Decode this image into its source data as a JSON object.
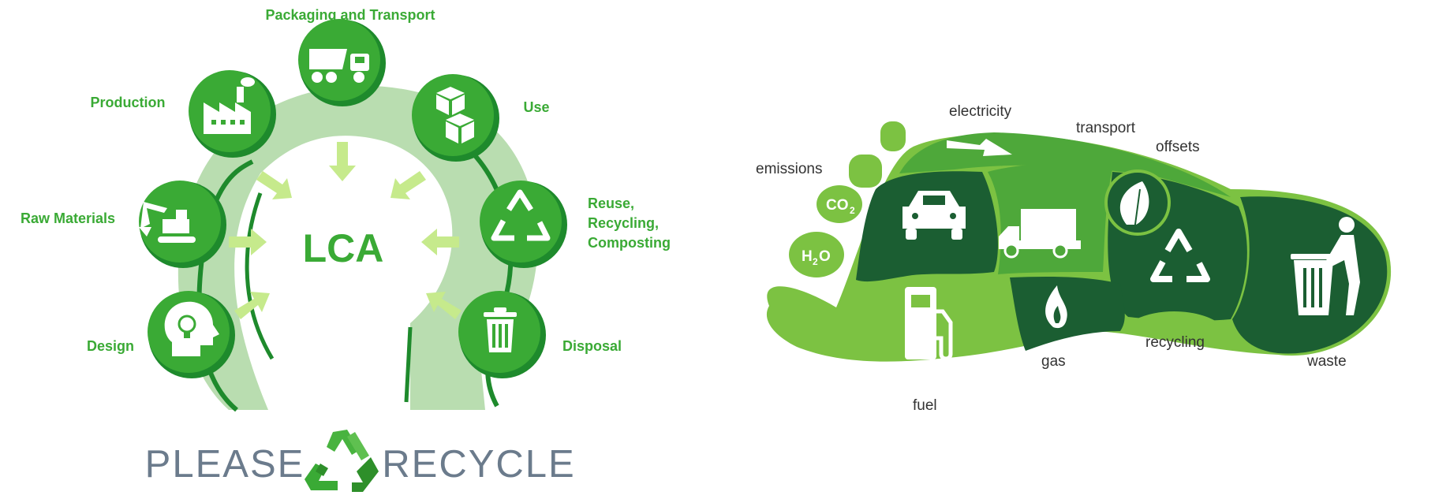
{
  "lca": {
    "center_label": "LCA",
    "stages": [
      {
        "label": "Design",
        "icon": "head-lightbulb-icon"
      },
      {
        "label": "Raw Materials",
        "icon": "excavator-icon"
      },
      {
        "label": "Production",
        "icon": "factory-icon"
      },
      {
        "label": "Packaging and Transport",
        "icon": "dump-truck-icon"
      },
      {
        "label": "Use",
        "icon": "boxes-icon"
      },
      {
        "label": "Reuse,",
        "label_line2": "Recycling,",
        "label_line3": "Composting",
        "icon": "recycle-icon"
      },
      {
        "label": "Disposal",
        "icon": "trash-can-icon"
      }
    ],
    "colors": {
      "primary": "#3aaa35",
      "dark": "#1e8a2c",
      "light": "#b9ddb0",
      "arrow": "#c6ea8c"
    }
  },
  "banner": {
    "left_word": "PLEASE",
    "right_word": "RECYCLE",
    "icon": "recycle-icon"
  },
  "footprint": {
    "labels": {
      "emissions": "emissions",
      "electricity": "electricity",
      "transport": "transport",
      "offsets": "offsets",
      "fuel": "fuel",
      "gas": "gas",
      "recycling": "recycling",
      "waste": "waste"
    },
    "chem": {
      "co2_main": "CO",
      "co2_sub": "2",
      "h2o_h": "H",
      "h2o_sub": "2",
      "h2o_o": "O"
    },
    "colors": {
      "dark": "#1b5e32",
      "mid": "#3d9b35",
      "light": "#7cc242"
    }
  }
}
